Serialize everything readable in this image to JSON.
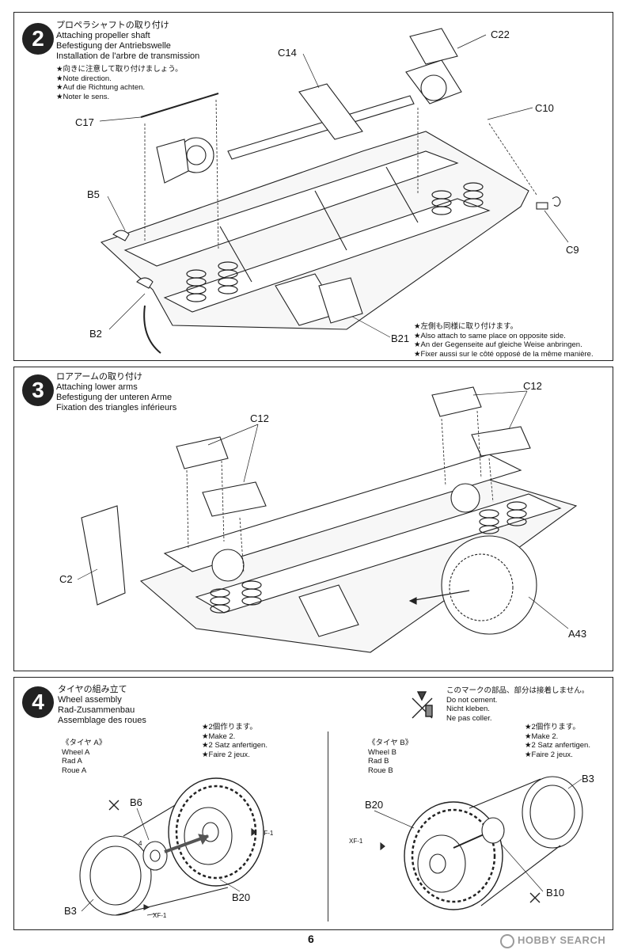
{
  "step2": {
    "number": "2",
    "title_ja": "プロペラシャフトの取り付け",
    "title_en": "Attaching propeller shaft",
    "title_de": "Befestigung der Antriebswelle",
    "title_fr": "Installation de l'arbre de transmission",
    "note_ja": "★向きに注意して取り付けましょう。",
    "note_en": "★Note direction.",
    "note_de": "★Auf die Richtung achten.",
    "note_fr": "★Noter le sens.",
    "side_note_ja": "★左側も同様に取り付けます。",
    "side_note_en": "★Also attach to same place on opposite side.",
    "side_note_de": "★An der Gegenseite auf gleiche Weise anbringen.",
    "side_note_fr": "★Fixer aussi sur le côté opposé de la même manière.",
    "parts": [
      "C22",
      "C14",
      "C10",
      "C17",
      "B5",
      "C9",
      "B2",
      "B21"
    ]
  },
  "step3": {
    "number": "3",
    "title_ja": "ロアアームの取り付け",
    "title_en": "Attaching lower arms",
    "title_de": "Befestigung der unteren Arme",
    "title_fr": "Fixation des triangles inférieurs",
    "parts": [
      "C12",
      "C12",
      "C2",
      "A43"
    ]
  },
  "step4": {
    "number": "4",
    "title_ja": "タイヤの組み立て",
    "title_en": "Wheel assembly",
    "title_de": "Rad-Zusammenbau",
    "title_fr": "Assemblage des roues",
    "nocement_ja": "このマークの部品、部分は接着しません。",
    "nocement_en": "Do not cement.",
    "nocement_de": "Nicht kleben.",
    "nocement_fr": "Ne pas coller.",
    "wheel_a": {
      "head_ja": "《タイヤ A》",
      "en": "Wheel A",
      "de": "Rad A",
      "fr": "Roue A",
      "make_ja": "★2個作ります。",
      "make_en": "★Make 2.",
      "make_de": "★2 Satz anfertigen.",
      "make_fr": "★Faire 2 jeux.",
      "parts": [
        "B6",
        "B3",
        "B20"
      ],
      "xf1_a": "XF-1",
      "xf1_b": "XF-1",
      "num": "4"
    },
    "wheel_b": {
      "head_ja": "《タイヤ B》",
      "en": "Wheel B",
      "de": "Rad B",
      "fr": "Roue B",
      "make_ja": "★2個作ります。",
      "make_en": "★Make 2.",
      "make_de": "★2 Satz anfertigen.",
      "make_fr": "★Faire 2 jeux.",
      "parts": [
        "B3",
        "B20",
        "B10"
      ],
      "xf1": "XF-1"
    }
  },
  "footer": {
    "page_number": "6",
    "watermark": "HOBBY SEARCH"
  }
}
